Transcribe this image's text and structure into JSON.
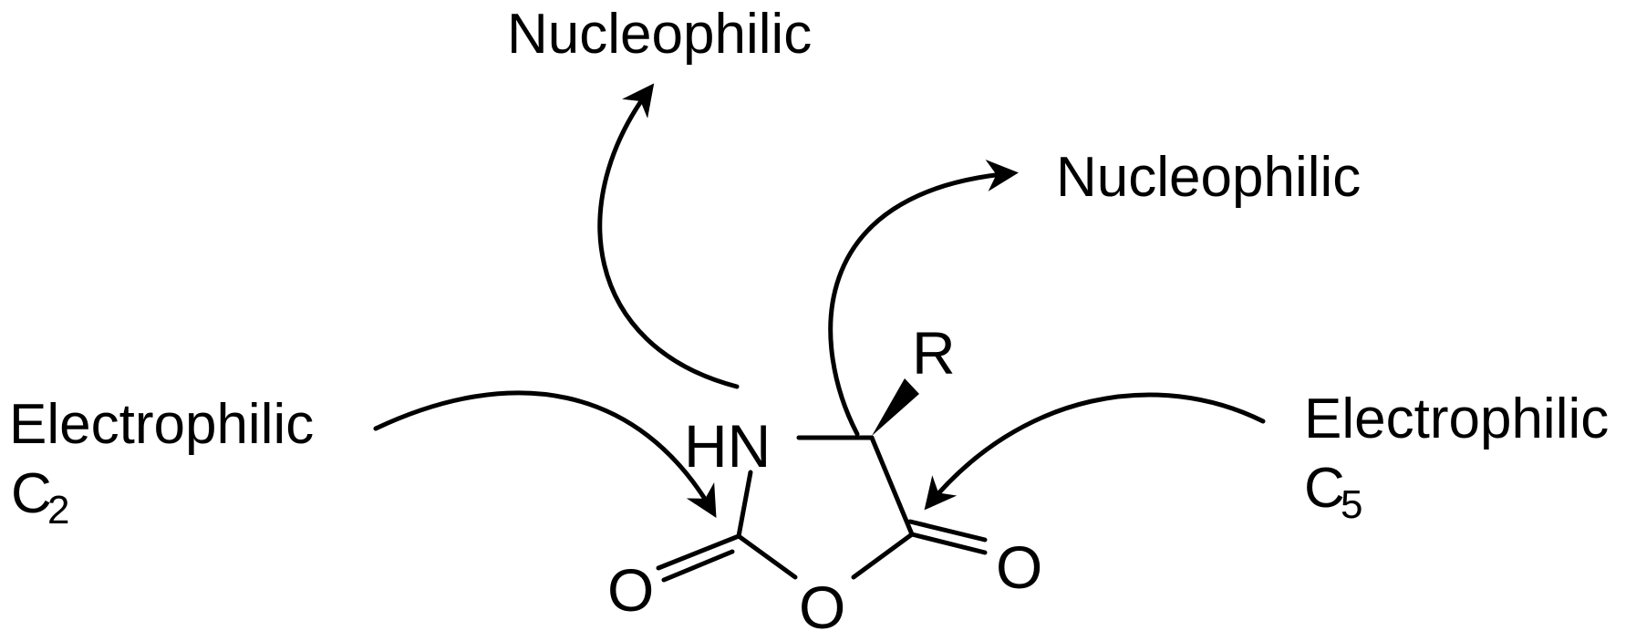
{
  "labels": {
    "nucleophilic_top": "Nucleophilic",
    "nucleophilic_right": "Nucleophilic",
    "electrophilic_left": "Electrophilic",
    "electrophilic_right": "Electrophilic",
    "c_left": "C",
    "c_left_sub": "2",
    "c_right": "C",
    "c_right_sub": "5"
  },
  "atoms": {
    "hn": "HN",
    "r": "R",
    "o_left": "O",
    "o_ring": "O",
    "o_right": "O"
  },
  "colors": {
    "ink": "#000000",
    "background": "#ffffff"
  }
}
